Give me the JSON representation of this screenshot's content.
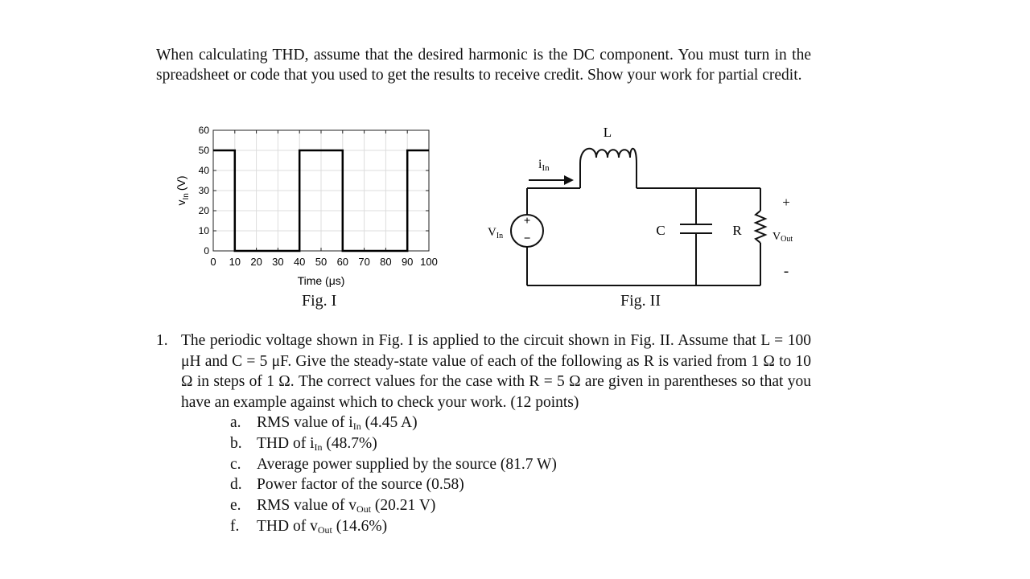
{
  "intro_text": "When calculating THD, assume that the desired harmonic is the DC component.  You must turn in the spreadsheet or code that you used to get the results to receive credit.  Show your work for partial credit.",
  "fig1": {
    "caption": "Fig. I",
    "ylabel_main": "v",
    "ylabel_sub": "In",
    "ylabel_unit": "(V)",
    "xlabel": "Time (μs)"
  },
  "fig2": {
    "caption": "Fig. II",
    "inductor_label": "L",
    "current_main": "i",
    "current_sub": "In",
    "source_main": "V",
    "source_sub": "In",
    "plus_sign": "+",
    "minus_sign": "−",
    "capacitor_label": "C",
    "resistor_label": "R",
    "vout_main": "V",
    "vout_sub": "Out",
    "vout_plus": "+",
    "vout_minus": "-"
  },
  "chart_data": {
    "type": "line",
    "title": "",
    "xlabel": "Time (μs)",
    "ylabel": "vIn (V)",
    "xlim": [
      0,
      100
    ],
    "ylim": [
      0,
      60
    ],
    "xticks": [
      0,
      10,
      20,
      30,
      40,
      50,
      60,
      70,
      80,
      90,
      100
    ],
    "yticks": [
      0,
      10,
      20,
      30,
      40,
      50,
      60
    ],
    "grid": true,
    "series": [
      {
        "x": [
          0,
          10,
          10,
          40,
          40,
          60,
          60,
          90,
          90,
          100
        ],
        "y": [
          50,
          50,
          0,
          0,
          50,
          50,
          0,
          0,
          50,
          50
        ]
      }
    ]
  },
  "question": {
    "number": "1.",
    "text": "The periodic voltage shown in Fig. I is applied to the circuit shown in Fig. II.  Assume that L = 100 μH and C = 5 μF.  Give the steady-state value of each of the following as R is varied from 1 Ω to 10 Ω in steps of 1 Ω.  The correct values for the case with R = 5 Ω are given in parentheses so that you have an example against which to check your work. (12 points)",
    "items": [
      {
        "letter": "a.",
        "before": "RMS value of i",
        "sub": "In",
        "after": " (4.45 A)"
      },
      {
        "letter": "b.",
        "before": "THD of i",
        "sub": "In",
        "after": " (48.7%)"
      },
      {
        "letter": "c.",
        "before": "Average power supplied by the source (81.7 W)",
        "sub": "",
        "after": ""
      },
      {
        "letter": "d.",
        "before": "Power factor of the source (0.58)",
        "sub": "",
        "after": ""
      },
      {
        "letter": "e.",
        "before": "RMS value of v",
        "sub": "Out",
        "after": " (20.21 V)"
      },
      {
        "letter": "f.",
        "before": "THD of v",
        "sub": "Out",
        "after": " (14.6%)"
      }
    ]
  }
}
